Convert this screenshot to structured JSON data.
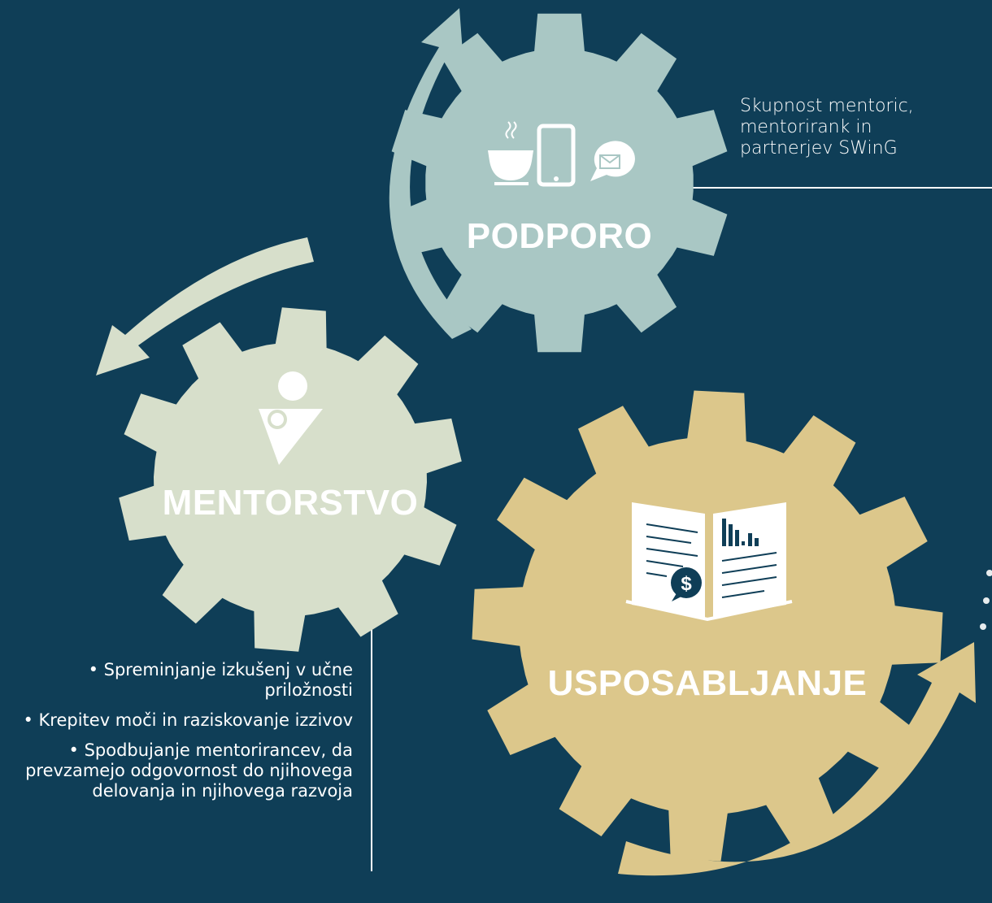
{
  "gears": {
    "support": {
      "title": "PODPORO",
      "color": "#a9c7c4"
    },
    "mentoring": {
      "title": "MENTORSTVO",
      "color": "#d7dfcb"
    },
    "training": {
      "title": "USPOSABLJANJE",
      "color": "#dcc78b"
    }
  },
  "support_text": {
    "line1": "Skupnost mentoric,",
    "line2": "mentorirank in",
    "line3": "partnerjev SWinG"
  },
  "mentoring_bullets": [
    "• Spreminjanje izkušenj v učne priložnosti",
    "• Krepitev moči in raziskovanje izzivov",
    "• Spodbujanje mentorirancev, da prevzamejo odgovornost do njihovega delovanja in njihovega razvoja"
  ],
  "icons": {
    "support": [
      "coffee-cup-icon",
      "smartphone-icon",
      "mail-bubble-icon"
    ],
    "mentoring": "mentor-mentee-icon",
    "training": "open-book-chart-icon",
    "dollar_sign": "$"
  },
  "colors": {
    "background": "#0f3e57",
    "line": "#ffffff"
  }
}
